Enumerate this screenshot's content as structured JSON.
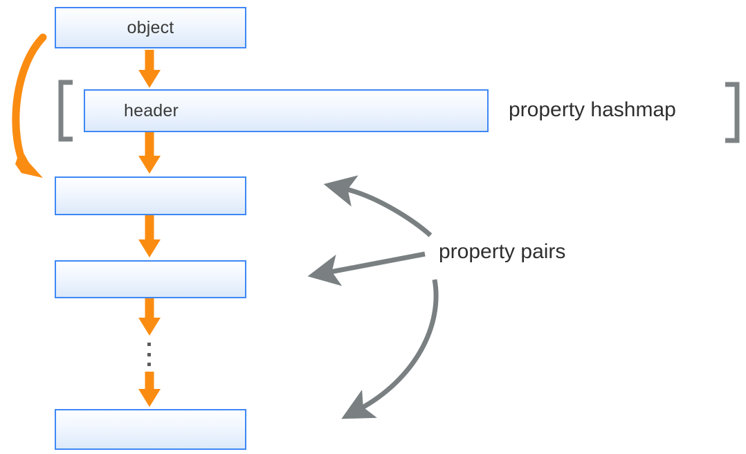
{
  "diagram": {
    "title": "JavaScript object property hashmap layout",
    "colors": {
      "box_border": "#3d87f5",
      "box_fill_top": "#fdfeff",
      "box_fill_bottom": "#dce9fa",
      "arrow_orange": "#fb8c12",
      "arrow_gray": "#7a8082",
      "bracket_gray": "#7d8285",
      "text_dark": "#2e2e2e"
    },
    "boxes": [
      {
        "id": "object",
        "label": "object"
      },
      {
        "id": "header",
        "label": "header"
      },
      {
        "id": "pair-1",
        "label": ""
      },
      {
        "id": "pair-2",
        "label": ""
      },
      {
        "id": "pair-n",
        "label": ""
      }
    ],
    "annotations": {
      "hashmap": "property hashmap",
      "pairs": "property pairs"
    },
    "hashmap_slot_ticks": 4,
    "ellipsis_dots": 3
  }
}
